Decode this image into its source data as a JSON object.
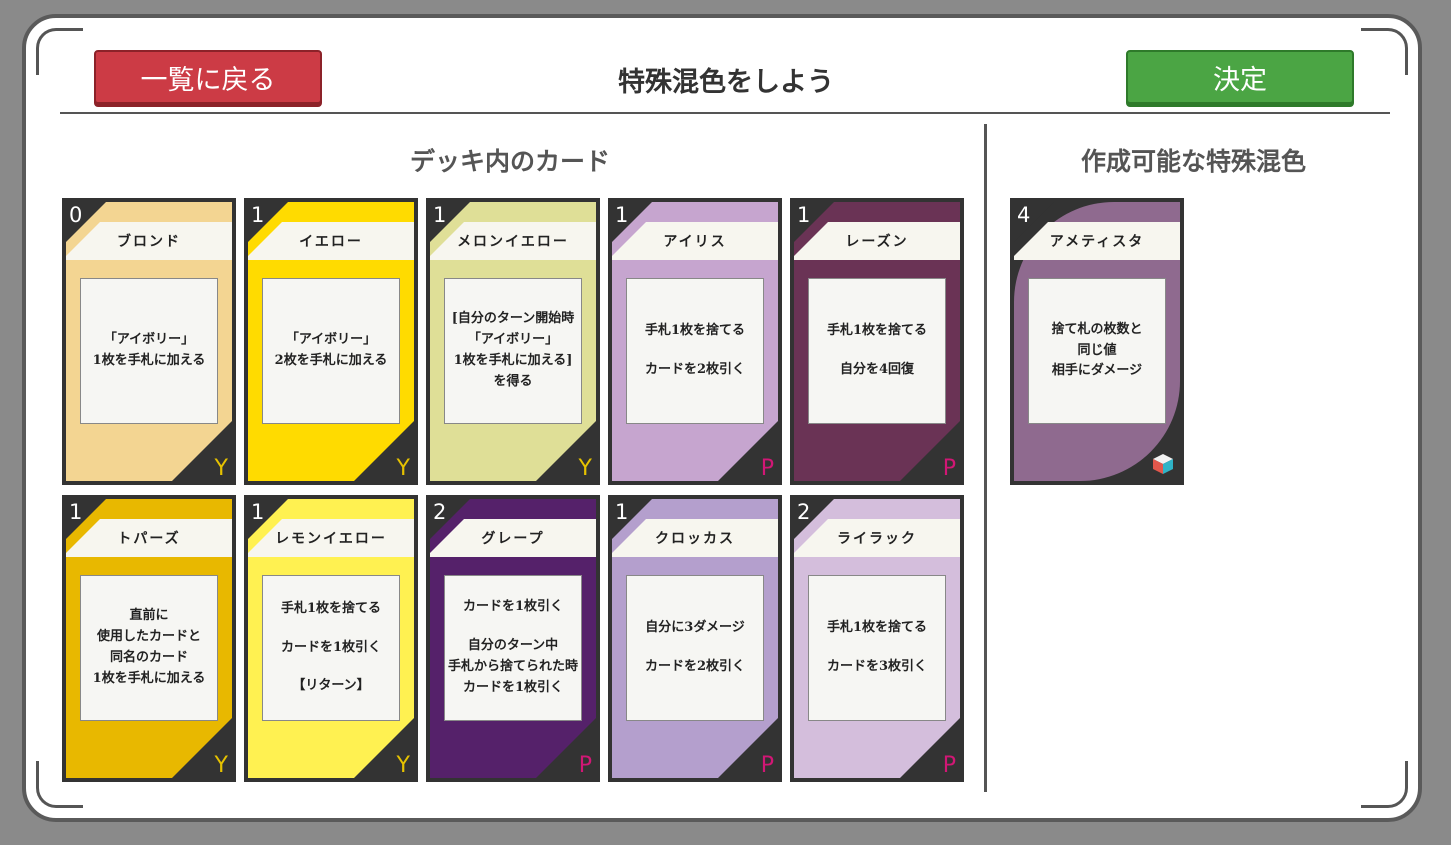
{
  "header": {
    "back_label": "一覧に戻る",
    "title": "特殊混色をしよう",
    "confirm_label": "決定"
  },
  "sections": {
    "deck_title": "デッキ内のカード",
    "craftable_title": "作成可能な特殊混色"
  },
  "deck_cards": [
    {
      "cost": "0",
      "name": "ブロンド",
      "attr": "Y",
      "color": "#f3d592",
      "attr_color": "#e6c200",
      "lines": [
        "「アイボリー」",
        "1枚を手札に加える"
      ]
    },
    {
      "cost": "1",
      "name": "イエロー",
      "attr": "Y",
      "color": "#ffdb00",
      "attr_color": "#e6c200",
      "lines": [
        "「アイボリー」",
        "2枚を手札に加える"
      ]
    },
    {
      "cost": "1",
      "name": "メロンイエロー",
      "attr": "Y",
      "color": "#dfdf97",
      "attr_color": "#e6c200",
      "lines": [
        "[自分のターン開始時",
        "「アイボリー」",
        "1枚を手札に加える]",
        "を得る"
      ]
    },
    {
      "cost": "1",
      "name": "アイリス",
      "attr": "P",
      "color": "#c6a5cf",
      "attr_color": "#d11775",
      "lines": [
        "手札1枚を捨てる",
        "",
        "カードを2枚引く"
      ]
    },
    {
      "cost": "1",
      "name": "レーズン",
      "attr": "P",
      "color": "#6a3355",
      "attr_color": "#d11775",
      "lines": [
        "手札1枚を捨てる",
        "",
        "自分を4回復"
      ]
    },
    {
      "cost": "1",
      "name": "トパーズ",
      "attr": "Y",
      "color": "#e8b800",
      "attr_color": "#e6c200",
      "lines": [
        "直前に",
        "使用したカードと",
        "同名のカード",
        "1枚を手札に加える"
      ]
    },
    {
      "cost": "1",
      "name": "レモンイエロー",
      "attr": "Y",
      "color": "#fff151",
      "attr_color": "#e6c200",
      "lines": [
        "手札1枚を捨てる",
        "",
        "カードを1枚引く",
        "",
        "【リターン】"
      ]
    },
    {
      "cost": "2",
      "name": "グレープ",
      "attr": "P",
      "color": "#55216a",
      "attr_color": "#d11775",
      "lines": [
        "カードを1枚引く",
        "",
        "自分のターン中",
        "手札から捨てられた時",
        "カードを1枚引く"
      ]
    },
    {
      "cost": "1",
      "name": "クロッカス",
      "attr": "P",
      "color": "#b49fcd",
      "attr_color": "#d11775",
      "lines": [
        "自分に3ダメージ",
        "",
        "カードを2枚引く"
      ]
    },
    {
      "cost": "2",
      "name": "ライラック",
      "attr": "P",
      "color": "#d4bedc",
      "attr_color": "#d11775",
      "lines": [
        "手札1枚を捨てる",
        "",
        "カードを3枚引く"
      ]
    }
  ],
  "craftable_cards": [
    {
      "cost": "4",
      "name": "アメティスタ",
      "color": "#8f6a8f",
      "icon": "cube-icon",
      "lines": [
        "捨て札の枚数と",
        "同じ値",
        "相手にダメージ"
      ]
    }
  ]
}
